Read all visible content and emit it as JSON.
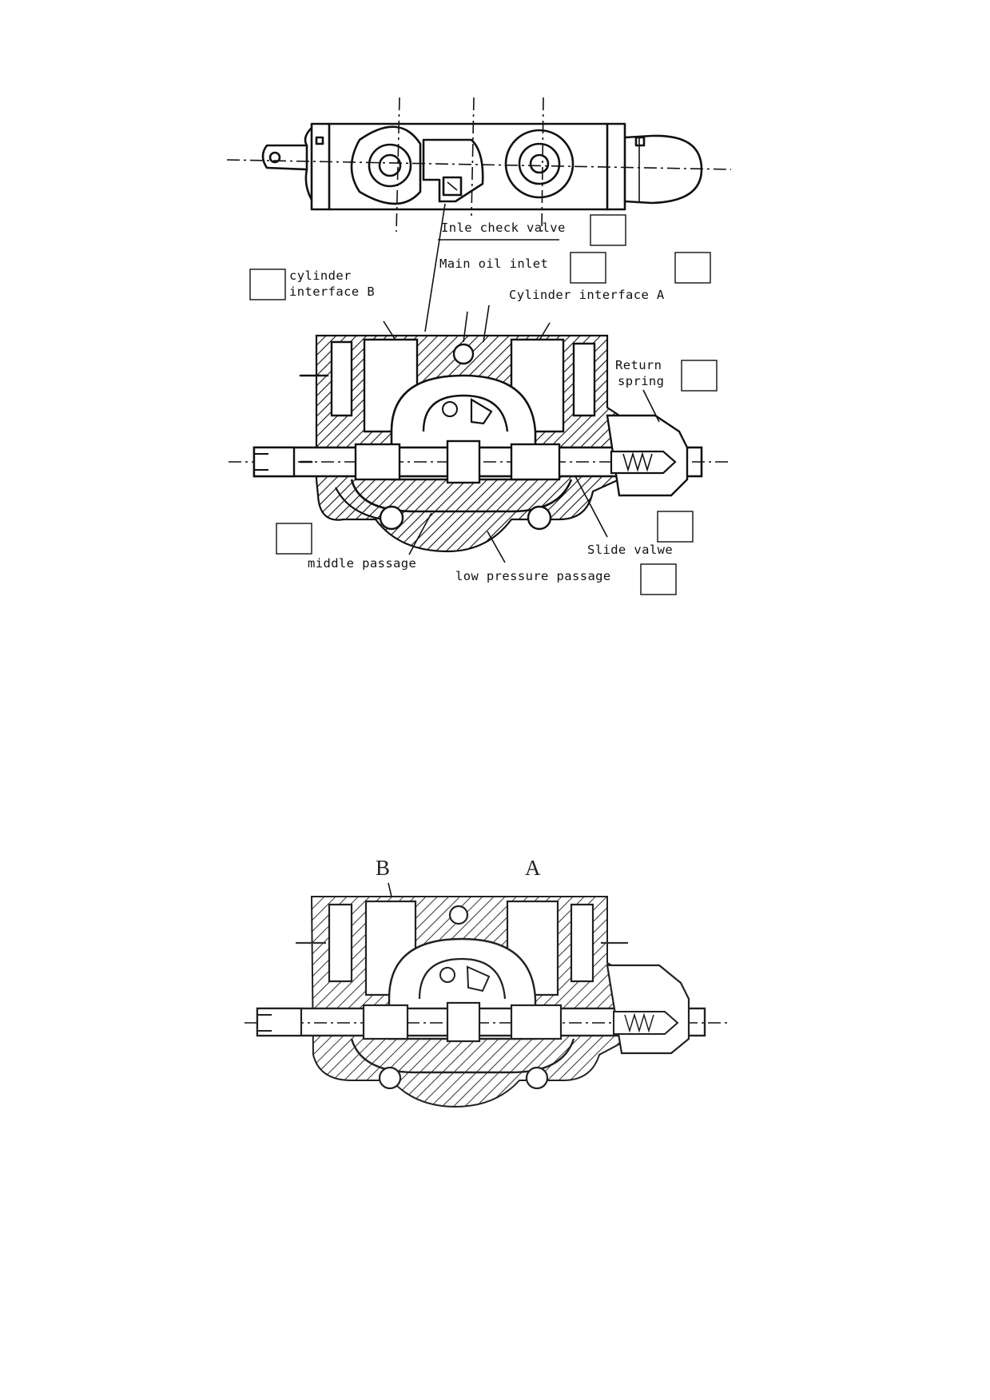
{
  "top_figure": {
    "labels": {
      "inlet_check_valve": "Inle check valve",
      "main_oil_inlet": "Main oil inlet",
      "cylinder_interface_b_line1": "cylinder",
      "cylinder_interface_b_line2": "interface B",
      "cylinder_interface_a": "Cylinder interface A",
      "return_spring_line1": "Return",
      "return_spring_line2": "spring",
      "slide_valve": "Slide valwe",
      "middle_passage": "middle passage",
      "low_pressure_passage": "low pressure passage"
    },
    "answer_boxes": [
      "",
      "",
      "",
      "",
      "",
      "",
      "",
      ""
    ]
  },
  "bottom_figure": {
    "port_b": "B",
    "port_a": "A"
  }
}
